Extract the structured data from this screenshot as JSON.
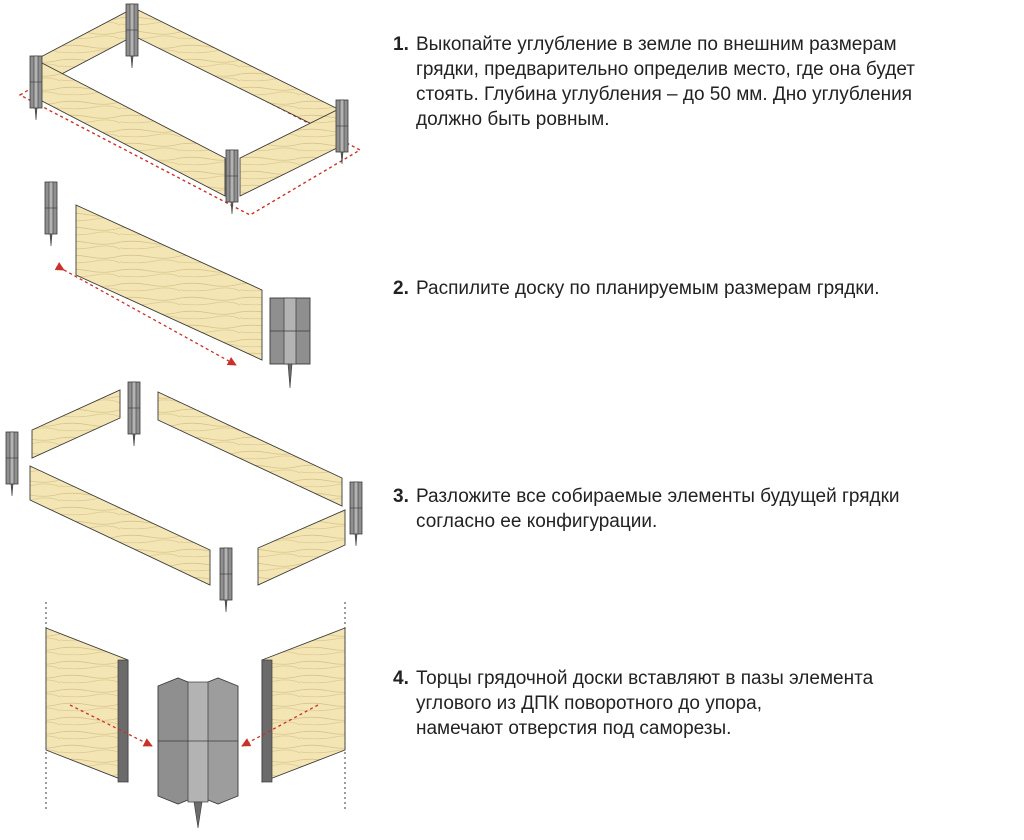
{
  "colors": {
    "wood": "#f4e6b4",
    "wood_edge": "#d9c48a",
    "wood_grain": "#c9b27a",
    "post": "#8f8f8f",
    "post_dark": "#6b6b6b",
    "post_light": "#b3b3b3",
    "outline": "#3a3a3a",
    "dim_line": "#c8322a",
    "text": "#222222"
  },
  "steps": [
    {
      "number": "1.",
      "text": "Выкопайте углубление в земле по внешним размерам\nгрядки, предварительно определив место, где она будет\nстоять. Глубина углубления – до 50 мм. Дно углубления\nдолжно быть ровным.",
      "illustration_icon": "assembled-bed-on-ground-illustration"
    },
    {
      "number": "2.",
      "text": "Распилите доску по планируемым размерам грядки.",
      "illustration_icon": "board-cut-to-size-illustration"
    },
    {
      "number": "3.",
      "text": "Разложите все собираемые элементы будущей грядки\nсогласно ее конфигурации.",
      "illustration_icon": "exploded-layout-illustration"
    },
    {
      "number": "4.",
      "text": "Торцы грядочной доски вставляют в пазы элемента\nуглового из ДПК поворотного до упора,\nнамечают отверстия под саморезы.",
      "illustration_icon": "board-insertion-into-corner-illustration"
    }
  ]
}
